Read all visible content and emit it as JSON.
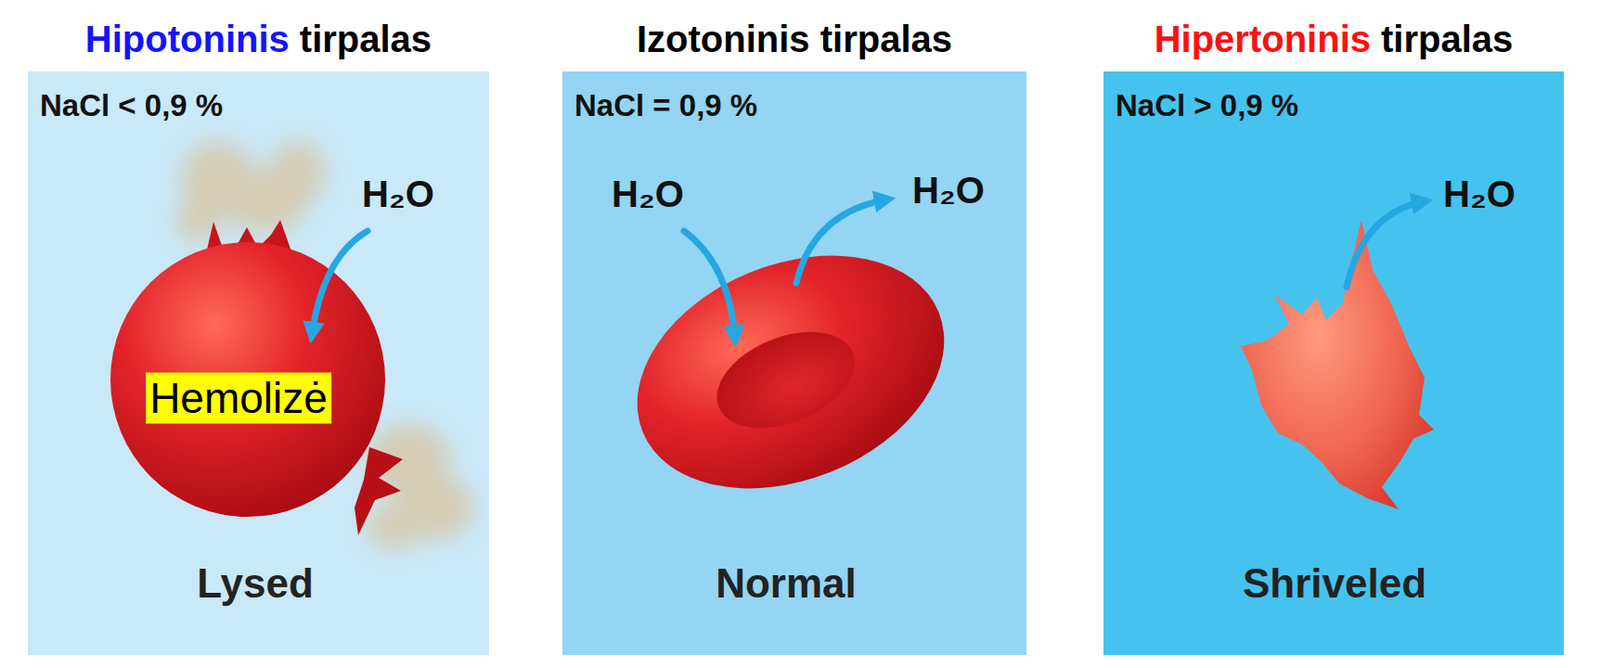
{
  "diagram": {
    "nodes": [
      {
        "text": [
          "Hipotoninis",
          "tirpalas",
          "NaCl < 0,9 %",
          "H₂O",
          "Lysed"
        ]
      },
      {
        "text": [
          "Hemolizė"
        ],
        "in": 0
      },
      {
        "text": [
          "Izotoninis tirpalas",
          "NaCl = 0,9 %",
          "H₂O",
          "H₂O",
          "Normal"
        ]
      },
      {
        "text": [
          "Hipertoninis",
          "tirpalas",
          "NaCl > 0,9 %",
          "H₂O",
          "Shriveled"
        ]
      }
    ]
  }
}
